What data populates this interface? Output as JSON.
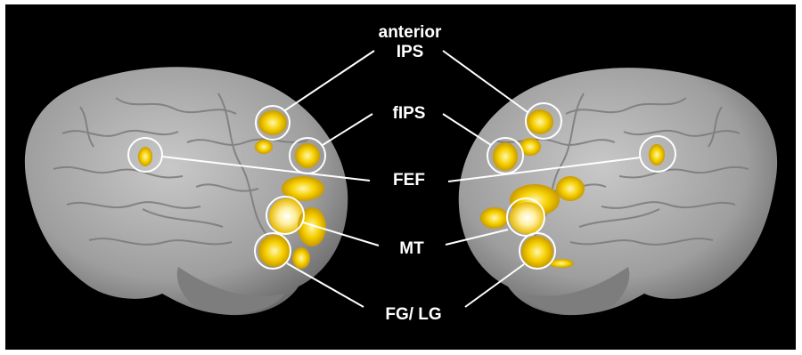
{
  "figure": {
    "background": "#000000",
    "brain_surface_color": "#a9a9a9",
    "activation_color": "#f3c600",
    "callout_color": "#ffffff"
  },
  "labels": {
    "anterior_line1": "anterior",
    "anterior_line2": "IPS",
    "fips": "fIPS",
    "fef": "FEF",
    "mt": "MT",
    "fg_lg": "FG/ LG"
  }
}
